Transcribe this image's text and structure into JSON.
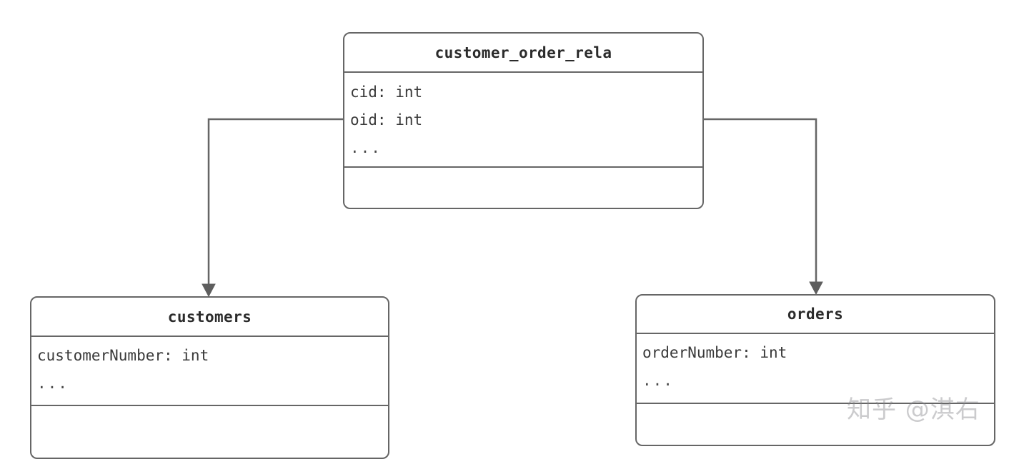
{
  "diagram": {
    "type": "uml-class-diagram",
    "background_color": "#ffffff",
    "border_color": "#666666",
    "title_color": "#2b2b2b",
    "attribute_color": "#3a3a3a",
    "classes": [
      {
        "id": "customer_order_rela",
        "title": "customer_order_rela",
        "attributes": [
          "cid: int",
          "oid: int",
          "..."
        ],
        "methods": []
      },
      {
        "id": "customers",
        "title": "customers",
        "attributes": [
          "customerNumber: int",
          "..."
        ],
        "methods": []
      },
      {
        "id": "orders",
        "title": "orders",
        "attributes": [
          "orderNumber: int",
          "..."
        ],
        "methods": []
      }
    ],
    "connectors": [
      {
        "id": "rela-to-customers",
        "from": "customer_order_rela",
        "to": "customers",
        "style": "orthogonal",
        "arrowhead": "filled-triangle"
      },
      {
        "id": "rela-to-orders",
        "from": "customer_order_rela",
        "to": "orders",
        "style": "orthogonal",
        "arrowhead": "filled-triangle"
      }
    ]
  },
  "watermark": {
    "text": "知乎 @淇右"
  }
}
